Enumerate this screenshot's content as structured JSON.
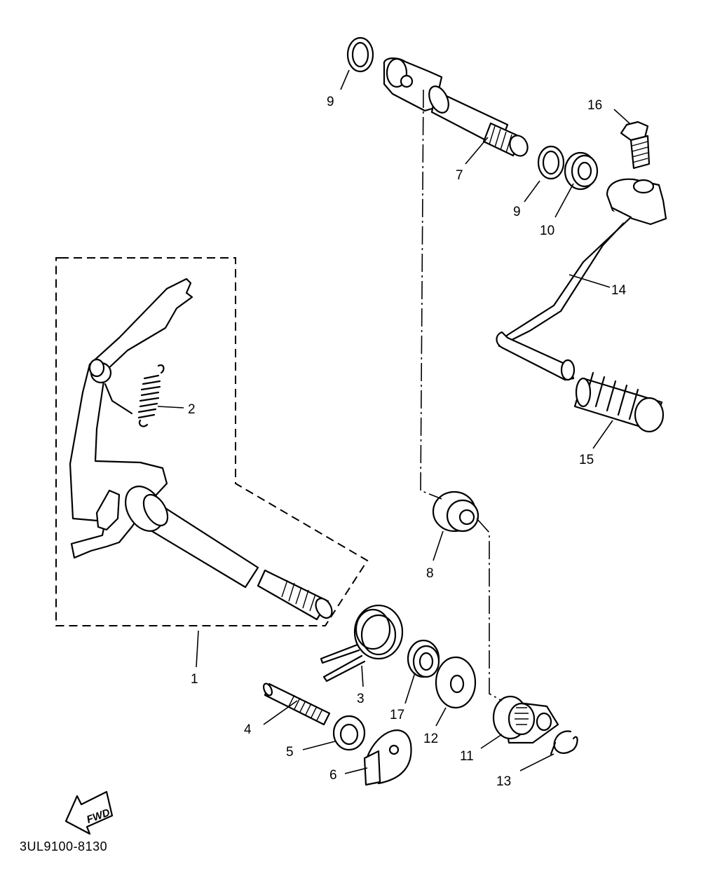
{
  "diagram": {
    "part_code": "3UL9100-8130",
    "fwd_label": "FWD",
    "callouts": {
      "p1": "1",
      "p2": "2",
      "p3": "3",
      "p4": "4",
      "p5": "5",
      "p6": "6",
      "p7": "7",
      "p8": "8",
      "p9a": "9",
      "p9b": "9",
      "p10": "10",
      "p11": "11",
      "p12": "12",
      "p13": "13",
      "p14": "14",
      "p15": "15",
      "p16": "16",
      "p17": "17"
    }
  }
}
